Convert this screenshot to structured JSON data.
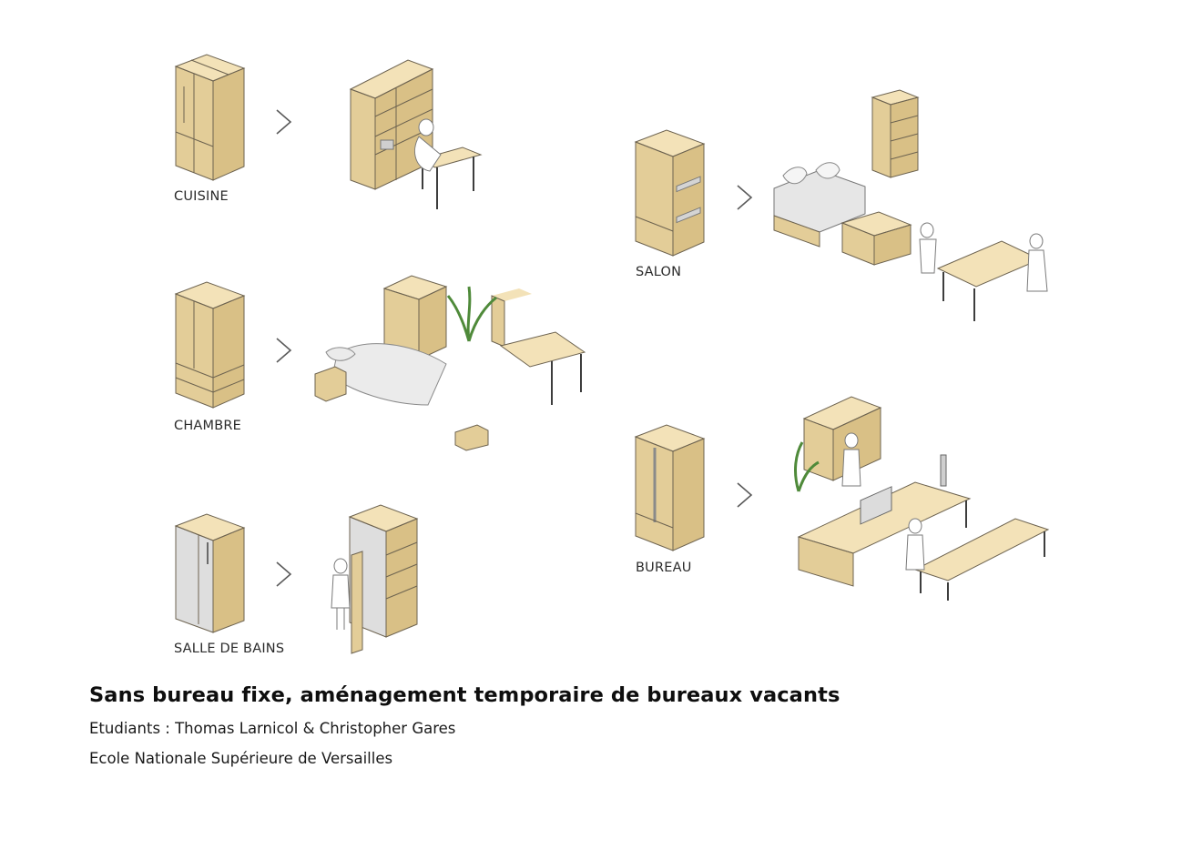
{
  "modules": [
    {
      "id": "cuisine",
      "label": "CUISINE"
    },
    {
      "id": "chambre",
      "label": "CHAMBRE"
    },
    {
      "id": "salle-de-bains",
      "label": "SALLE DE BAINS"
    },
    {
      "id": "salon",
      "label": "SALON"
    },
    {
      "id": "bureau",
      "label": "BUREAU"
    }
  ],
  "caption": {
    "title": "Sans bureau fixe, aménagement temporaire de bureaux vacants",
    "students": "Etudiants : Thomas Larnicol & Christopher Gares",
    "school": "Ecole Nationale Supérieure de Versailles"
  },
  "colors": {
    "wood_top": "#f3e2b8",
    "wood_side": "#e3cd98",
    "outline": "#6d6350",
    "text": "#1a1a1a"
  }
}
